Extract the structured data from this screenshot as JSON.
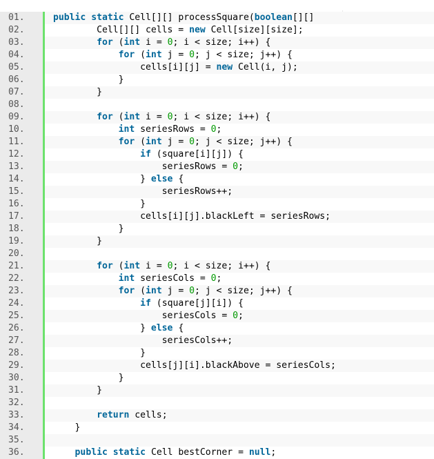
{
  "code": {
    "lines": [
      {
        "no": "01.",
        "tokens": [
          {
            "t": "kw",
            "v": "public"
          },
          {
            "t": "p",
            "v": " "
          },
          {
            "t": "kw",
            "v": "static"
          },
          {
            "t": "p",
            "v": " Cell[][] processSquare("
          },
          {
            "t": "kw",
            "v": "boolean"
          },
          {
            "t": "p",
            "v": "[][]"
          }
        ]
      },
      {
        "no": "02.",
        "tokens": [
          {
            "t": "p",
            "v": "        Cell[][] cells = "
          },
          {
            "t": "kw",
            "v": "new"
          },
          {
            "t": "p",
            "v": " Cell[size][size];"
          }
        ]
      },
      {
        "no": "03.",
        "tokens": [
          {
            "t": "p",
            "v": "        "
          },
          {
            "t": "kw",
            "v": "for"
          },
          {
            "t": "p",
            "v": " ("
          },
          {
            "t": "kw",
            "v": "int"
          },
          {
            "t": "p",
            "v": " i = "
          },
          {
            "t": "num",
            "v": "0"
          },
          {
            "t": "p",
            "v": "; i < size; i++) {"
          }
        ]
      },
      {
        "no": "04.",
        "tokens": [
          {
            "t": "p",
            "v": "            "
          },
          {
            "t": "kw",
            "v": "for"
          },
          {
            "t": "p",
            "v": " ("
          },
          {
            "t": "kw",
            "v": "int"
          },
          {
            "t": "p",
            "v": " j = "
          },
          {
            "t": "num",
            "v": "0"
          },
          {
            "t": "p",
            "v": "; j < size; j++) {"
          }
        ]
      },
      {
        "no": "05.",
        "tokens": [
          {
            "t": "p",
            "v": "                cells[i][j] = "
          },
          {
            "t": "kw",
            "v": "new"
          },
          {
            "t": "p",
            "v": " Cell(i, j);"
          }
        ]
      },
      {
        "no": "06.",
        "tokens": [
          {
            "t": "p",
            "v": "            }"
          }
        ]
      },
      {
        "no": "07.",
        "tokens": [
          {
            "t": "p",
            "v": "        }"
          }
        ]
      },
      {
        "no": "08.",
        "tokens": []
      },
      {
        "no": "09.",
        "tokens": [
          {
            "t": "p",
            "v": "        "
          },
          {
            "t": "kw",
            "v": "for"
          },
          {
            "t": "p",
            "v": " ("
          },
          {
            "t": "kw",
            "v": "int"
          },
          {
            "t": "p",
            "v": " i = "
          },
          {
            "t": "num",
            "v": "0"
          },
          {
            "t": "p",
            "v": "; i < size; i++) {"
          }
        ]
      },
      {
        "no": "10.",
        "tokens": [
          {
            "t": "p",
            "v": "            "
          },
          {
            "t": "kw",
            "v": "int"
          },
          {
            "t": "p",
            "v": " seriesRows = "
          },
          {
            "t": "num",
            "v": "0"
          },
          {
            "t": "p",
            "v": ";"
          }
        ]
      },
      {
        "no": "11.",
        "tokens": [
          {
            "t": "p",
            "v": "            "
          },
          {
            "t": "kw",
            "v": "for"
          },
          {
            "t": "p",
            "v": " ("
          },
          {
            "t": "kw",
            "v": "int"
          },
          {
            "t": "p",
            "v": " j = "
          },
          {
            "t": "num",
            "v": "0"
          },
          {
            "t": "p",
            "v": "; j < size; j++) {"
          }
        ]
      },
      {
        "no": "12.",
        "tokens": [
          {
            "t": "p",
            "v": "                "
          },
          {
            "t": "kw",
            "v": "if"
          },
          {
            "t": "p",
            "v": " (square[i][j]) {"
          }
        ]
      },
      {
        "no": "13.",
        "tokens": [
          {
            "t": "p",
            "v": "                    seriesRows = "
          },
          {
            "t": "num",
            "v": "0"
          },
          {
            "t": "p",
            "v": ";"
          }
        ]
      },
      {
        "no": "14.",
        "tokens": [
          {
            "t": "p",
            "v": "                } "
          },
          {
            "t": "kw",
            "v": "else"
          },
          {
            "t": "p",
            "v": " {"
          }
        ]
      },
      {
        "no": "15.",
        "tokens": [
          {
            "t": "p",
            "v": "                    seriesRows++;"
          }
        ]
      },
      {
        "no": "16.",
        "tokens": [
          {
            "t": "p",
            "v": "                }"
          }
        ]
      },
      {
        "no": "17.",
        "tokens": [
          {
            "t": "p",
            "v": "                cells[i][j].blackLeft = seriesRows;"
          }
        ]
      },
      {
        "no": "18.",
        "tokens": [
          {
            "t": "p",
            "v": "            }"
          }
        ]
      },
      {
        "no": "19.",
        "tokens": [
          {
            "t": "p",
            "v": "        }"
          }
        ]
      },
      {
        "no": "20.",
        "tokens": []
      },
      {
        "no": "21.",
        "tokens": [
          {
            "t": "p",
            "v": "        "
          },
          {
            "t": "kw",
            "v": "for"
          },
          {
            "t": "p",
            "v": " ("
          },
          {
            "t": "kw",
            "v": "int"
          },
          {
            "t": "p",
            "v": " i = "
          },
          {
            "t": "num",
            "v": "0"
          },
          {
            "t": "p",
            "v": "; i < size; i++) {"
          }
        ]
      },
      {
        "no": "22.",
        "tokens": [
          {
            "t": "p",
            "v": "            "
          },
          {
            "t": "kw",
            "v": "int"
          },
          {
            "t": "p",
            "v": " seriesCols = "
          },
          {
            "t": "num",
            "v": "0"
          },
          {
            "t": "p",
            "v": ";"
          }
        ]
      },
      {
        "no": "23.",
        "tokens": [
          {
            "t": "p",
            "v": "            "
          },
          {
            "t": "kw",
            "v": "for"
          },
          {
            "t": "p",
            "v": " ("
          },
          {
            "t": "kw",
            "v": "int"
          },
          {
            "t": "p",
            "v": " j = "
          },
          {
            "t": "num",
            "v": "0"
          },
          {
            "t": "p",
            "v": "; j < size; j++) {"
          }
        ]
      },
      {
        "no": "24.",
        "tokens": [
          {
            "t": "p",
            "v": "                "
          },
          {
            "t": "kw",
            "v": "if"
          },
          {
            "t": "p",
            "v": " (square[j][i]) {"
          }
        ]
      },
      {
        "no": "25.",
        "tokens": [
          {
            "t": "p",
            "v": "                    seriesCols = "
          },
          {
            "t": "num",
            "v": "0"
          },
          {
            "t": "p",
            "v": ";"
          }
        ]
      },
      {
        "no": "26.",
        "tokens": [
          {
            "t": "p",
            "v": "                } "
          },
          {
            "t": "kw",
            "v": "else"
          },
          {
            "t": "p",
            "v": " {"
          }
        ]
      },
      {
        "no": "27.",
        "tokens": [
          {
            "t": "p",
            "v": "                    seriesCols++;"
          }
        ]
      },
      {
        "no": "28.",
        "tokens": [
          {
            "t": "p",
            "v": "                }"
          }
        ]
      },
      {
        "no": "29.",
        "tokens": [
          {
            "t": "p",
            "v": "                cells[j][i].blackAbove = seriesCols;"
          }
        ]
      },
      {
        "no": "30.",
        "tokens": [
          {
            "t": "p",
            "v": "            }"
          }
        ]
      },
      {
        "no": "31.",
        "tokens": [
          {
            "t": "p",
            "v": "        }"
          }
        ]
      },
      {
        "no": "32.",
        "tokens": []
      },
      {
        "no": "33.",
        "tokens": [
          {
            "t": "p",
            "v": "        "
          },
          {
            "t": "kw",
            "v": "return"
          },
          {
            "t": "p",
            "v": " cells;"
          }
        ]
      },
      {
        "no": "34.",
        "tokens": [
          {
            "t": "p",
            "v": "    }"
          }
        ]
      },
      {
        "no": "35.",
        "tokens": []
      },
      {
        "no": "36.",
        "tokens": [
          {
            "t": "p",
            "v": "    "
          },
          {
            "t": "kw",
            "v": "public"
          },
          {
            "t": "p",
            "v": " "
          },
          {
            "t": "kw",
            "v": "static"
          },
          {
            "t": "p",
            "v": " Cell bestCorner = "
          },
          {
            "t": "kw",
            "v": "null"
          },
          {
            "t": "p",
            "v": ";"
          }
        ]
      }
    ]
  },
  "colors": {
    "keyword": "#006699",
    "number": "#009900",
    "gutter_bg": "#ebebeb",
    "gutter_border": "#6ce26c",
    "alt_row": "#f8f8f8"
  }
}
